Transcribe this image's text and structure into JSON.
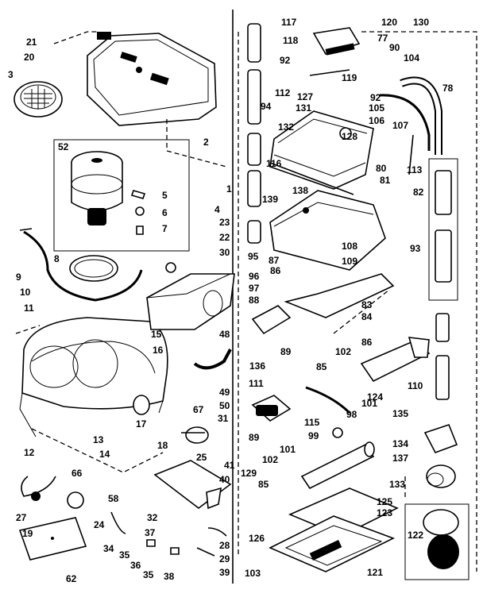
{
  "diagram": {
    "labels": [
      "1",
      "2",
      "3",
      "4",
      "5",
      "6",
      "7",
      "8",
      "9",
      "10",
      "11",
      "12",
      "13",
      "14",
      "15",
      "16",
      "17",
      "18",
      "19",
      "20",
      "21",
      "22",
      "23",
      "24",
      "25",
      "27",
      "28",
      "29",
      "30",
      "31",
      "32",
      "34",
      "35",
      "35",
      "36",
      "37",
      "38",
      "39",
      "40",
      "41",
      "48",
      "49",
      "50",
      "52",
      "58",
      "62",
      "66",
      "67",
      "77",
      "78",
      "80",
      "81",
      "82",
      "83",
      "84",
      "85",
      "85",
      "86",
      "86",
      "87",
      "88",
      "89",
      "89",
      "90",
      "92",
      "92",
      "93",
      "94",
      "95",
      "96",
      "97",
      "98",
      "99",
      "101",
      "101",
      "102",
      "102",
      "103",
      "104",
      "105",
      "106",
      "107",
      "108",
      "109",
      "110",
      "111",
      "112",
      "113",
      "115",
      "116",
      "117",
      "118",
      "119",
      "120",
      "121",
      "122",
      "123",
      "124",
      "125",
      "126",
      "127",
      "128",
      "129",
      "130",
      "131",
      "132",
      "133",
      "134",
      "135",
      "136",
      "137",
      "138",
      "139"
    ]
  }
}
